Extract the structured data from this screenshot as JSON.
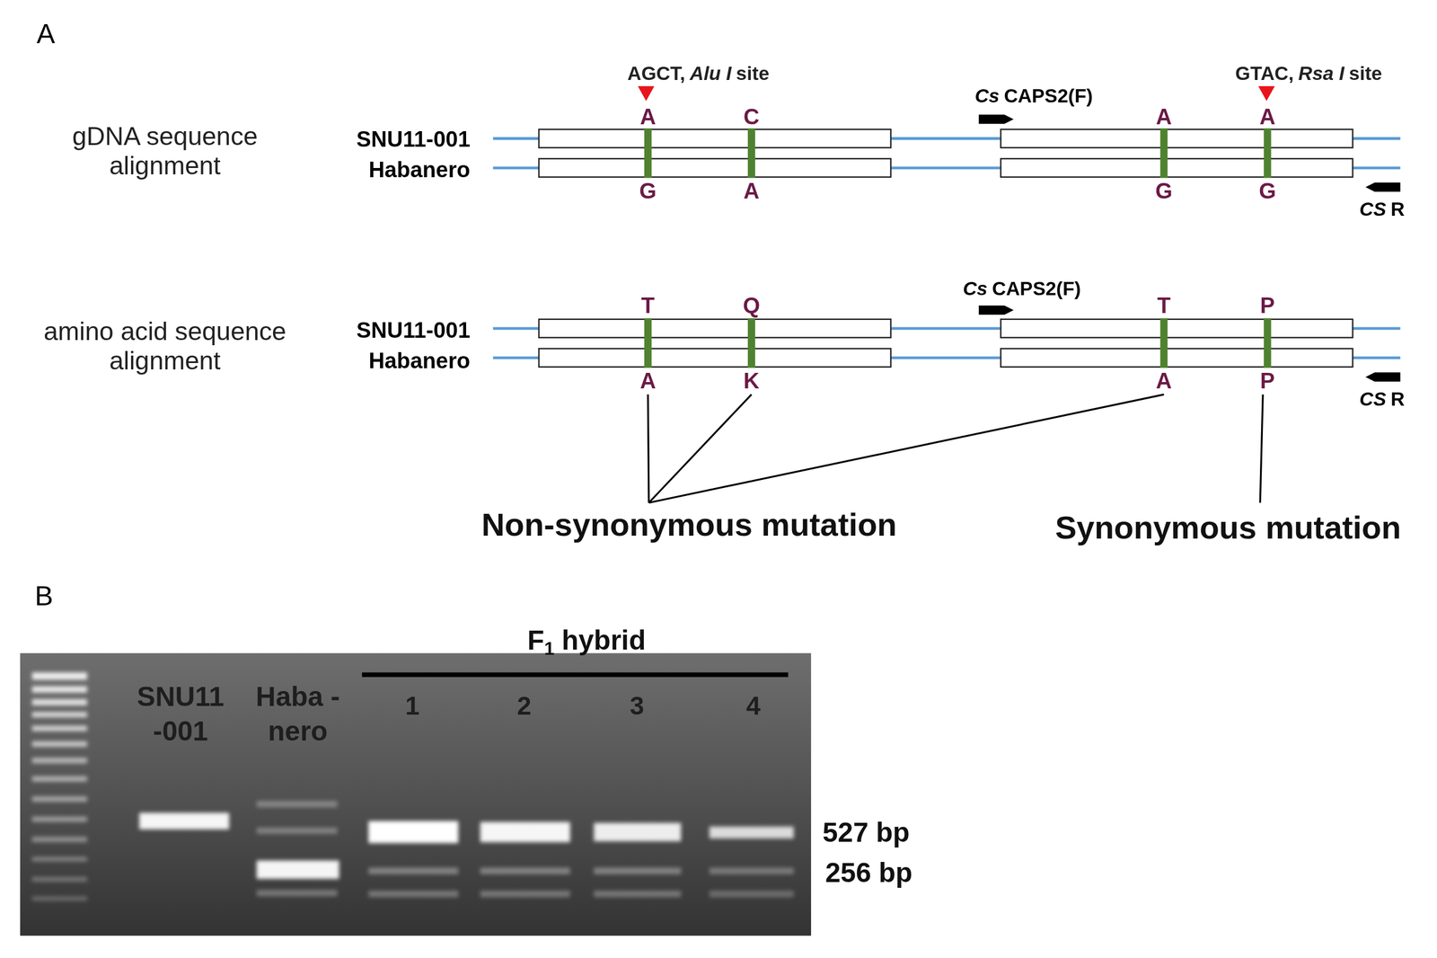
{
  "diagram": {
    "labels": [
      "A",
      "gDNA sequence alignment",
      "AGCT,",
      "Alu I",
      "site",
      "Cs",
      "CAPS2(F)",
      "GTAC,",
      "Rsa I",
      "site",
      "SNU11-001",
      "A",
      "C",
      "A",
      "A",
      "Habanero",
      "G",
      "A",
      "G",
      "G",
      "CS",
      "R",
      "amino acid sequence alignment",
      "Cs",
      "CAPS2(F)",
      "SNU11-001",
      "T",
      "Q",
      "T",
      "P",
      "Habanero",
      "A",
      "K",
      "A",
      "P",
      "CS",
      "R",
      "Non-synonymous mutation",
      "Synonymous mutation",
      "B",
      "F",
      "1",
      "hybrid",
      "SNU11 -001",
      "Haba -nero",
      "1",
      "2",
      "3",
      "4",
      "527 bp",
      "256 bp"
    ]
  }
}
